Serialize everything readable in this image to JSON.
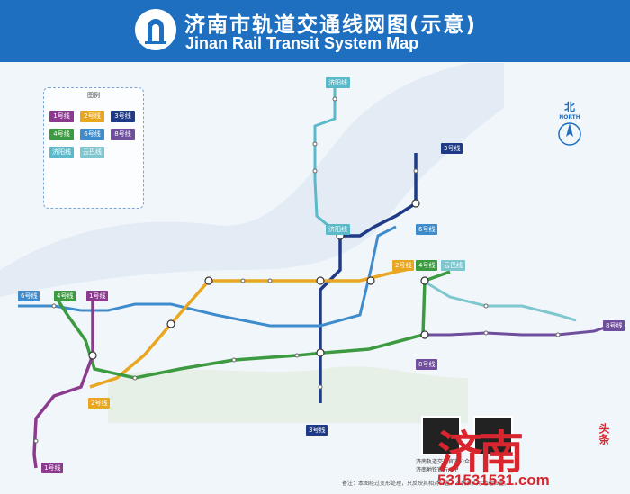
{
  "header": {
    "title_cn": "济南市轨道交通线网图(示意)",
    "title_en": "Jinan Rail Transit System Map"
  },
  "north": {
    "cn": "北",
    "en": "NORTH"
  },
  "legend": {
    "title": "图例",
    "lines": [
      {
        "label": "1号线",
        "color": "#8c3a8e"
      },
      {
        "label": "2号线",
        "color": "#e9a721"
      },
      {
        "label": "3号线",
        "color": "#1f3a86"
      },
      {
        "label": "4号线",
        "color": "#3c9a40"
      },
      {
        "label": "6号线",
        "color": "#3f8ccd"
      },
      {
        "label": "8号线",
        "color": "#6f4e9e"
      },
      {
        "label": "济阳线",
        "color": "#5bb9c9"
      },
      {
        "label": "云巴线",
        "color": "#7fc7cf"
      }
    ]
  },
  "line_badges": {
    "l3_north": "3号线",
    "l6_east": "6号线",
    "l2_east": "2号线",
    "l4_east": "4号线",
    "yunba_east": "云巴线",
    "l6_west": "6号线",
    "l4_west": "4号线",
    "l1_west": "1号线",
    "l8_east": "8号线",
    "l8_south": "8号线",
    "l2_south": "2号线",
    "l3_south": "3号线",
    "l1_south": "1号线",
    "jiyang_north": "济阳线",
    "jiyang_mid": "济阳线"
  },
  "qr": {
    "label1": "济南轨道交通官方公众号",
    "label2": "济南地铁官方APP"
  },
  "footer_note": "备注：本图经过变形处理，只反映其相对位置，不代表实际地理位置。",
  "brand": {
    "main": "济南",
    "side": "头条",
    "watermark": "531531531.com"
  }
}
